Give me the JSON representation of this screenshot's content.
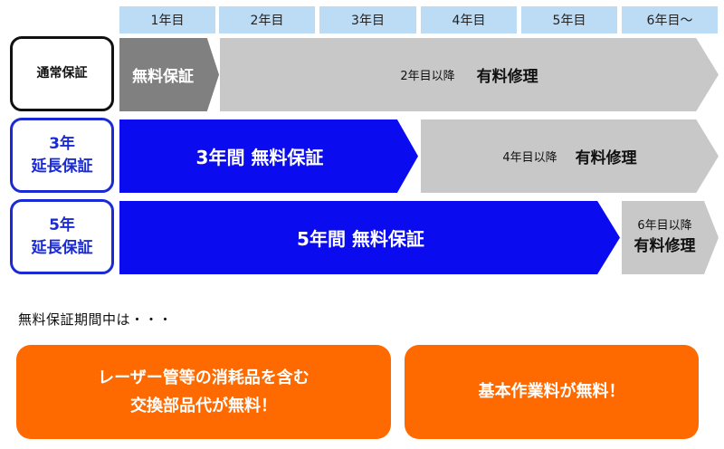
{
  "years": [
    "1年目",
    "2年目",
    "3年目",
    "4年目",
    "5年目",
    "6年目～"
  ],
  "plans": [
    {
      "label_lines": [
        "通常保証"
      ],
      "free": "無料保証",
      "paid_prefix": "2年目以降",
      "paid_label": "有料修理"
    },
    {
      "label_lines": [
        "3年",
        "延長保証"
      ],
      "free": "3年間 無料保証",
      "paid_prefix": "4年目以降",
      "paid_label": "有料修理"
    },
    {
      "label_lines": [
        "5年",
        "延長保証"
      ],
      "free": "5年間 無料保証",
      "paid_prefix": "6年目以降",
      "paid_label": "有料修理"
    }
  ],
  "note": "無料保証期間中は・・・",
  "benefits": [
    {
      "lines": [
        "レーザー管等の消耗品を含む",
        "交換部品代が無料！"
      ]
    },
    {
      "lines": [
        "基本作業料が無料！"
      ]
    }
  ],
  "colors": {
    "year_header": "#bcdcf6",
    "free_blue": "#0b0bf0",
    "free_gray": "#808080",
    "paid_gray": "#c8c8c8",
    "ext_border": "#1a2bd6",
    "benefit_orange": "#ff6a00"
  }
}
